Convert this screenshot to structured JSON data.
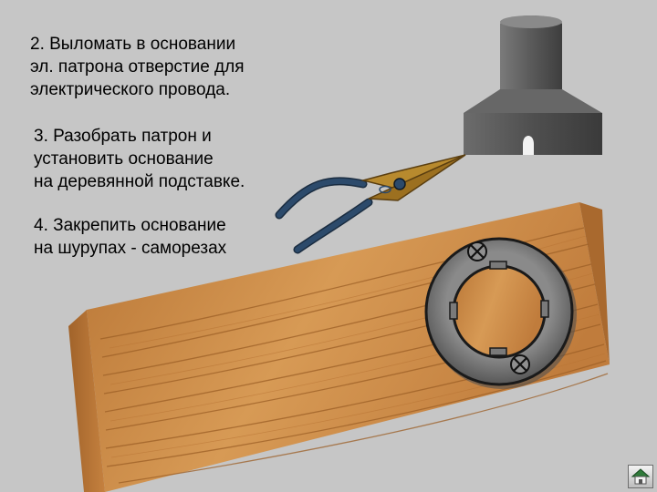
{
  "slide": {
    "steps": [
      {
        "text": "2. Выломать в основании\nэл. патрона отверстие для\nэлектрического провода."
      },
      {
        "text": "3. Разобрать патрон и\n установить основание\n на деревянной подставке."
      },
      {
        "text": "4. Закрепить основание\n на шурупах - саморезах"
      }
    ]
  },
  "colors": {
    "background": "#c6c6c6",
    "wood": "#c98a45",
    "wood_grain": "#9c5f26",
    "socket_metal": "#6b6b6b",
    "plier_handle": "#2c4a6b",
    "plier_jaw": "#b88a2e"
  },
  "icons": {
    "home": "home-icon",
    "screw": "cross-screw-icon"
  }
}
